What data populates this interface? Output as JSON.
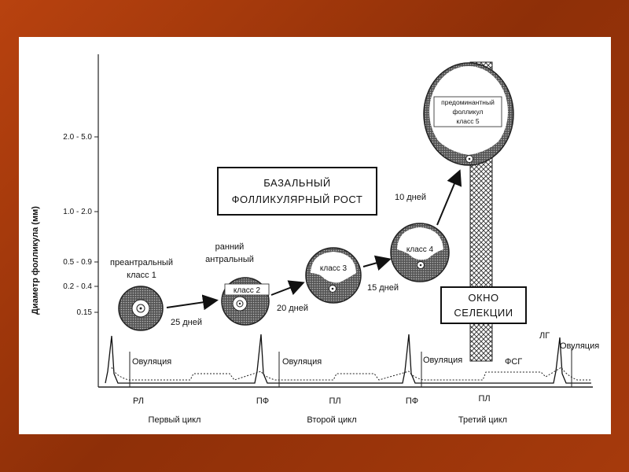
{
  "y_axis": {
    "label": "Диаметр фолликула (мм)",
    "ticks": [
      "2.0 - 5.0",
      "1.0 - 2.0",
      "0.5 - 0.9",
      "0.2 - 0.4",
      "0.15"
    ]
  },
  "boxes": {
    "basal_line1": "БАЗАЛЬНЫЙ",
    "basal_line2": "ФОЛЛИКУЛЯРНЫЙ РОСТ",
    "window_line1": "ОКНО",
    "window_line2": "СЕЛЕКЦИИ"
  },
  "follicles": {
    "preantral_line1": "преантральный",
    "preantral_line2": "класс 1",
    "early_line1": "ранний",
    "early_line2": "антральный",
    "class2": "класс 2",
    "class3": "класс 3",
    "class4": "класс 4",
    "dominant_line1": "предоминантный",
    "dominant_line2": "фолликул",
    "dominant_line3": "класс 5"
  },
  "intervals": [
    "25 дней",
    "20 дней",
    "15 дней",
    "10 дней"
  ],
  "hormones": {
    "ovulation": "Овуляция",
    "fsh": "ФСГ",
    "lh": "ЛГ"
  },
  "phases": [
    "РЛ",
    "ПФ",
    "ПЛ",
    "ПФ",
    "ПЛ"
  ],
  "cycles": [
    "Первый цикл",
    "Второй цикл",
    "Третий цикл"
  ]
}
